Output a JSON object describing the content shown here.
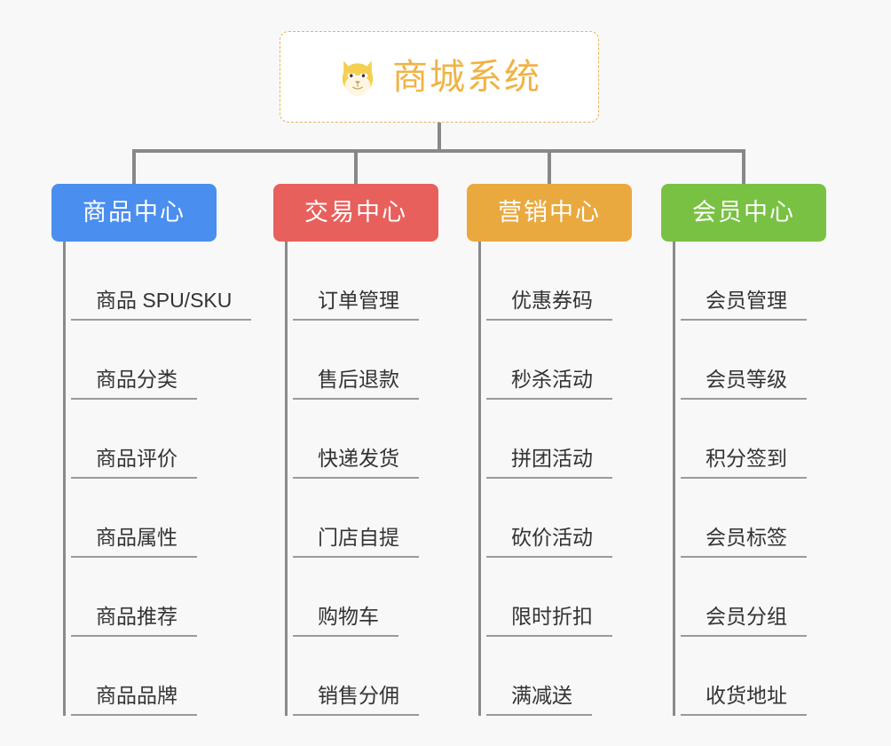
{
  "page": {
    "background_color": "#f8f8f8",
    "type": "mind-map"
  },
  "root": {
    "title": "商城系统",
    "icon_name": "shiba-dog-face-icon",
    "border_color": "#e8b355",
    "text_color": "#f0b344",
    "background_color": "#ffffff"
  },
  "connector": {
    "color": "#888888"
  },
  "columns": [
    {
      "header": "商品中心",
      "color": "#4a8ef0",
      "items": [
        "商品 SPU/SKU",
        "商品分类",
        "商品评价",
        "商品属性",
        "商品推荐",
        "商品品牌"
      ]
    },
    {
      "header": "交易中心",
      "color": "#e8605c",
      "items": [
        "订单管理",
        "售后退款",
        "快递发货",
        "门店自提",
        "购物车",
        "销售分佣"
      ]
    },
    {
      "header": "营销中心",
      "color": "#eaa93e",
      "items": [
        "优惠券码",
        "秒杀活动",
        "拼团活动",
        "砍价活动",
        "限时折扣",
        "满减送"
      ]
    },
    {
      "header": "会员中心",
      "color": "#79c143",
      "items": [
        "会员管理",
        "会员等级",
        "积分签到",
        "会员标签",
        "会员分组",
        "收货地址"
      ]
    }
  ]
}
